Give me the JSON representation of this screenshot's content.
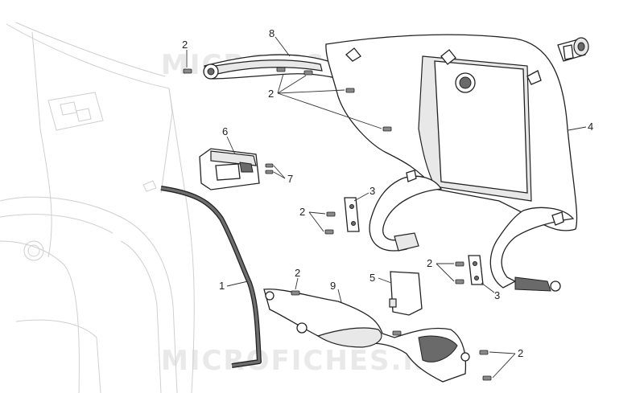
{
  "watermark": {
    "top": "MICROFICHES.NET",
    "bottom": "MICROFICHES.NET"
  },
  "callouts": [
    {
      "id": "c1",
      "label": "1"
    },
    {
      "id": "c2a",
      "label": "2"
    },
    {
      "id": "c2b",
      "label": "2"
    },
    {
      "id": "c2c",
      "label": "2"
    },
    {
      "id": "c2d",
      "label": "2"
    },
    {
      "id": "c2e",
      "label": "2"
    },
    {
      "id": "c2f",
      "label": "2"
    },
    {
      "id": "c3a",
      "label": "3"
    },
    {
      "id": "c3b",
      "label": "3"
    },
    {
      "id": "c4",
      "label": "4"
    },
    {
      "id": "c5",
      "label": "5"
    },
    {
      "id": "c6",
      "label": "6"
    },
    {
      "id": "c7",
      "label": "7"
    },
    {
      "id": "c8",
      "label": "8"
    },
    {
      "id": "c9",
      "label": "9"
    }
  ]
}
